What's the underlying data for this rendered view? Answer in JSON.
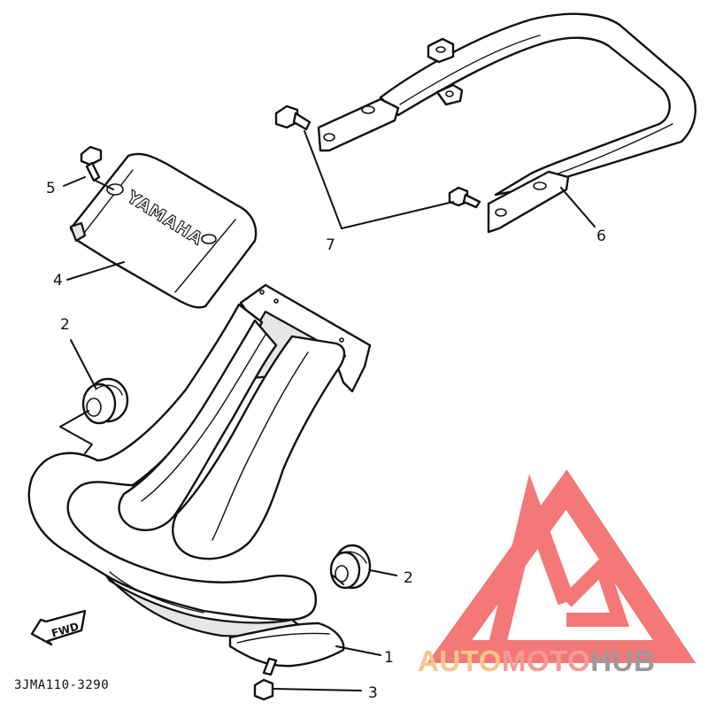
{
  "diagram": {
    "callouts": {
      "c1": "1",
      "c2a": "2",
      "c2b": "2",
      "c3": "3",
      "c4": "4",
      "c5": "5",
      "c6": "6",
      "c7": "7"
    },
    "cover_brand": "YAMAHA",
    "direction_label": "FWD",
    "drawing_code": "3JMA110-3290"
  },
  "watermark": {
    "part1": "AUTO",
    "part2": "MOTO",
    "part3": "HUB",
    "colors": {
      "auto": "#f5c48a",
      "moto": "#f39a96",
      "hub": "#9a9a9a",
      "logo": "#f36a6a"
    }
  }
}
